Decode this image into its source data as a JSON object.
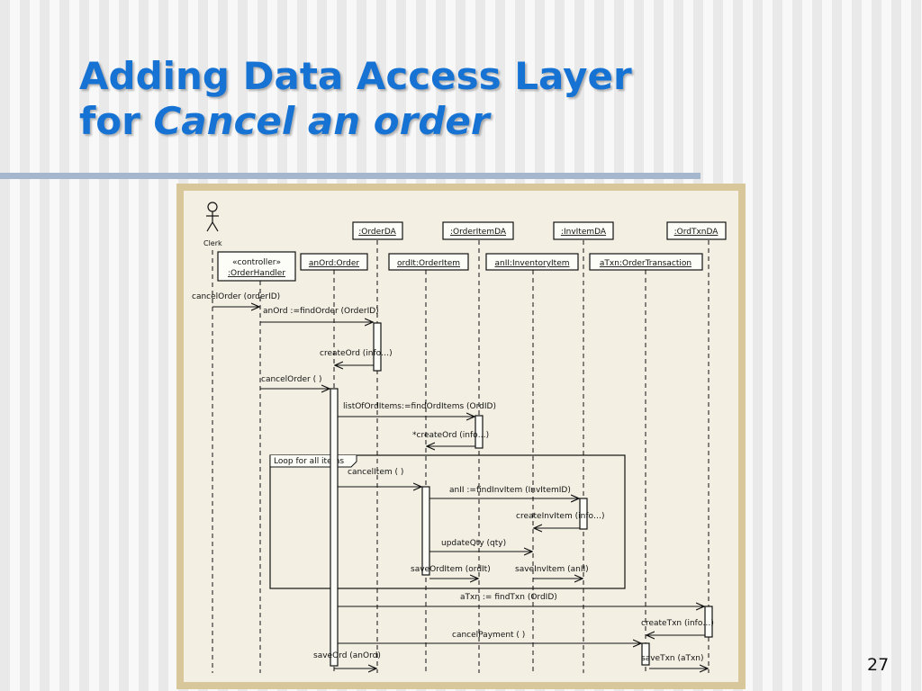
{
  "slide": {
    "title_line1": "Adding Data Access Layer",
    "title_line2_plain": "for ",
    "title_line2_italic": "Cancel an order",
    "page_number": "27",
    "colors": {
      "title": "#1673d4",
      "rule": "#a4b7cc",
      "frame": "#d8c79b",
      "diagram_bg": "#f3f0e3"
    }
  },
  "diagram": {
    "actor": {
      "name": "Clerk",
      "icon": "stick-figure-icon"
    },
    "participants": [
      {
        "id": "orderhandler",
        "stereotype": "«controller»",
        "label": ":OrderHandler"
      },
      {
        "id": "anord",
        "label": "anOrd:Order"
      },
      {
        "id": "orderda",
        "label": ":OrderDA"
      },
      {
        "id": "orditem",
        "label": "ordIt:OrderItem"
      },
      {
        "id": "orderitemda",
        "label": ":OrderItemDA"
      },
      {
        "id": "anii",
        "label": "anII:InventoryItem"
      },
      {
        "id": "invitemda",
        "label": ":InvItemDA"
      },
      {
        "id": "atxn",
        "label": "aTxn:OrderTransaction"
      },
      {
        "id": "ordtxnda",
        "label": ":OrdTxnDA"
      }
    ],
    "loop_label": "Loop for all items",
    "messages": [
      {
        "from": "clerk",
        "to": "orderhandler",
        "label": "cancelOrder (orderID)"
      },
      {
        "from": "orderhandler",
        "to": "orderda",
        "label": "anOrd :=findOrder (OrderID)"
      },
      {
        "from": "orderda",
        "to": "anord",
        "label": "createOrd (info…)"
      },
      {
        "from": "orderhandler",
        "to": "anord",
        "label": "cancelOrder ( )"
      },
      {
        "from": "anord",
        "to": "orderitemda",
        "label": "listOfOrdItems:=findOrdItems (OrdID)"
      },
      {
        "from": "orderitemda",
        "to": "orditem",
        "label": "*createOrd (info…)"
      },
      {
        "from": "anord",
        "to": "orditem",
        "label": "cancelItem ( )"
      },
      {
        "from": "orditem",
        "to": "invitemda",
        "label": "anII :=findInvItem (InvItemID)"
      },
      {
        "from": "invitemda",
        "to": "anii",
        "label": "createInvItem (info…)"
      },
      {
        "from": "orditem",
        "to": "anii",
        "label": "updateQty (qty)"
      },
      {
        "from": "orditem",
        "to": "orderitemda",
        "label": "saveOrdItem (ordIt)"
      },
      {
        "from": "anii",
        "to": "invitemda",
        "label": "saveInvItem (anII)"
      },
      {
        "from": "anord",
        "to": "ordtxnda",
        "label": "aTxn := findTxn (OrdID)"
      },
      {
        "from": "ordtxnda",
        "to": "atxn",
        "label": "createTxn (info…)"
      },
      {
        "from": "anord",
        "to": "atxn",
        "label": "cancelPayment ( )"
      },
      {
        "from": "anord",
        "to": "orderda",
        "label": "saveOrd (anOrd)"
      },
      {
        "from": "atxn",
        "to": "ordtxnda",
        "label": "saveTxn (aTxn)"
      }
    ]
  }
}
